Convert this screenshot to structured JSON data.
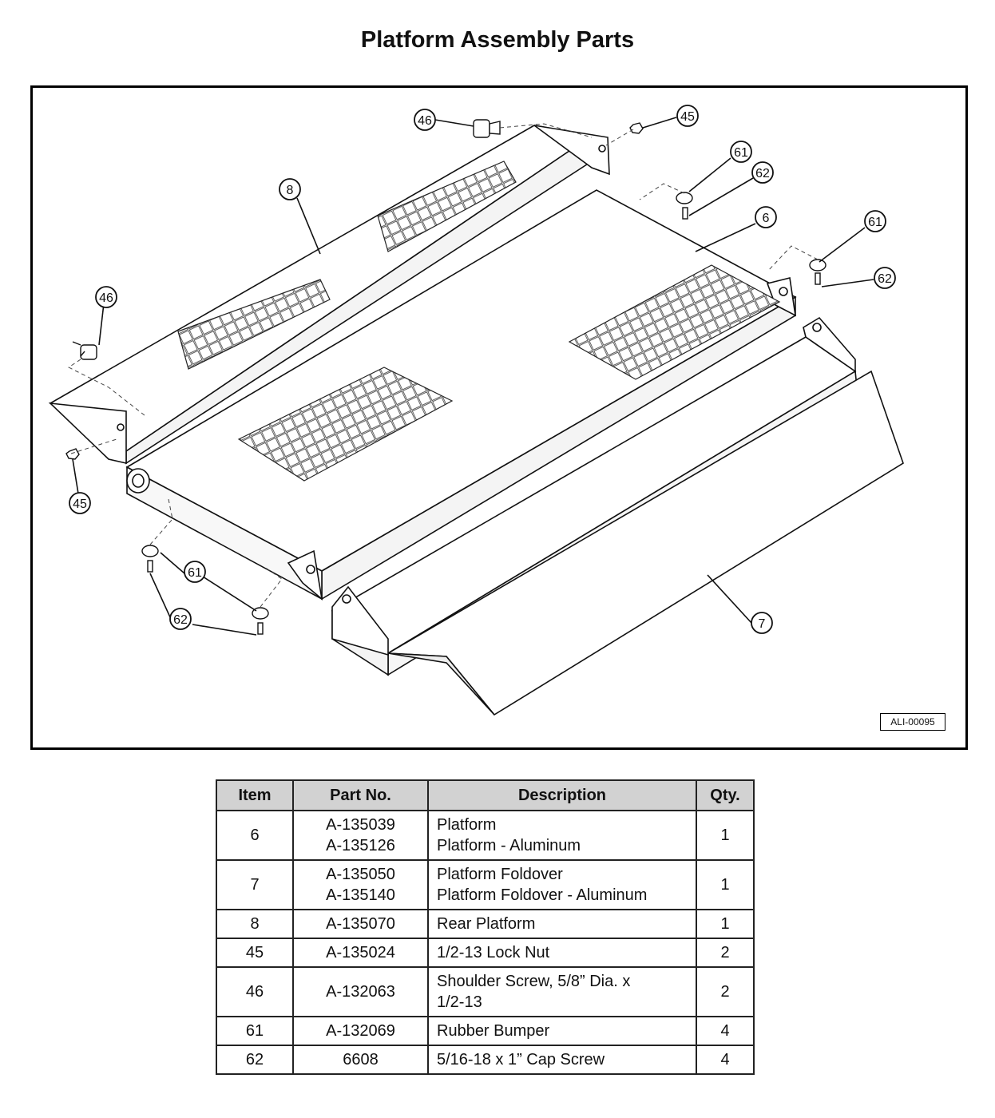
{
  "page": {
    "title": "Platform Assembly Parts"
  },
  "figure": {
    "id_label": "ALI-00095",
    "callouts": [
      "46",
      "45",
      "61",
      "62",
      "8",
      "6",
      "61",
      "62",
      "46",
      "45",
      "61",
      "62",
      "7"
    ]
  },
  "table": {
    "headers": [
      "Item",
      "Part No.",
      "Description",
      "Qty."
    ],
    "rows": [
      {
        "item": "6",
        "part_no": [
          "A-135039",
          "A-135126"
        ],
        "description": [
          "Platform",
          "Platform - Aluminum"
        ],
        "qty": "1"
      },
      {
        "item": "7",
        "part_no": [
          "A-135050",
          "A-135140"
        ],
        "description": [
          "Platform Foldover",
          "Platform Foldover - Aluminum"
        ],
        "qty": "1"
      },
      {
        "item": "8",
        "part_no": [
          "A-135070"
        ],
        "description": [
          "Rear Platform"
        ],
        "qty": "1"
      },
      {
        "item": "45",
        "part_no": [
          "A-135024"
        ],
        "description": [
          "1/2-13 Lock Nut"
        ],
        "qty": "2"
      },
      {
        "item": "46",
        "part_no": [
          "A-132063"
        ],
        "description": [
          "Shoulder Screw, 5/8” Dia. x",
          "1/2-13"
        ],
        "qty": "2"
      },
      {
        "item": "61",
        "part_no": [
          "A-132069"
        ],
        "description": [
          "Rubber Bumper"
        ],
        "qty": "4"
      },
      {
        "item": "62",
        "part_no": [
          "6608"
        ],
        "description": [
          "5/16-18 x 1” Cap Screw"
        ],
        "qty": "4"
      }
    ]
  }
}
